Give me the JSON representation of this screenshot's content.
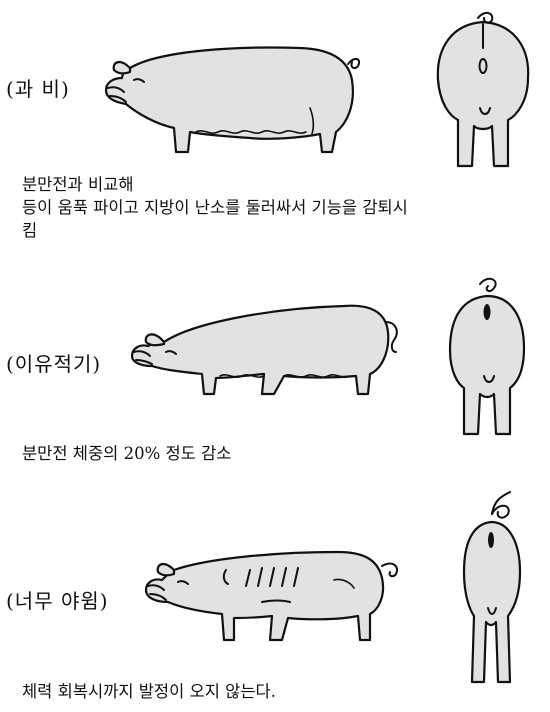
{
  "sections": [
    {
      "label": "(과  비)",
      "caption_lines": [
        "분만전과 비교해",
        "등이 움푹 파이고 지방이 난소를 둘러싸서 기능을 감퇴시",
        "킴"
      ]
    },
    {
      "label": "(이유적기)",
      "caption_lines": [
        "분만전 체중의 20% 정도 감소"
      ]
    },
    {
      "label": "(너무 야윔)",
      "caption_lines": [
        "체력 회복시까지 발정이 오지 않는다."
      ]
    }
  ]
}
